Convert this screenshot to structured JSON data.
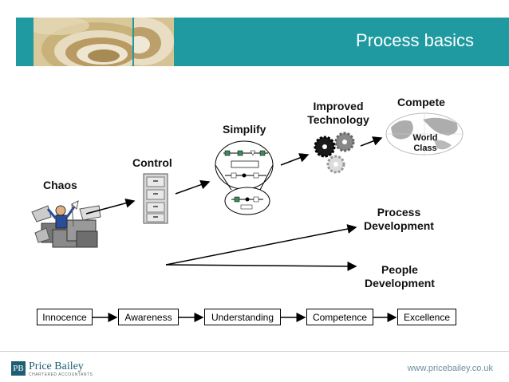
{
  "header": {
    "title": "Process basics"
  },
  "stages_top": {
    "chaos": "Chaos",
    "control": "Control",
    "simplify": "Simplify",
    "improved_technology_1": "Improved",
    "improved_technology_2": "Technology",
    "compete": "Compete",
    "world_class_1": "World",
    "world_class_2": "Class"
  },
  "development": {
    "process_1": "Process",
    "process_2": "Development",
    "people_1": "People",
    "people_2": "Development"
  },
  "maturity_stages": [
    "Innocence",
    "Awareness",
    "Understanding",
    "Competence",
    "Excellence"
  ],
  "footer": {
    "logo_mark": "PB",
    "logo_name": "Price Bailey",
    "logo_tagline": "CHARTERED ACCOUNTANTS",
    "url": "www.pricebailey.co.uk"
  },
  "colors": {
    "banner": "#1f9aa0",
    "logo": "#1d5e74",
    "url": "#6b8fa0"
  }
}
